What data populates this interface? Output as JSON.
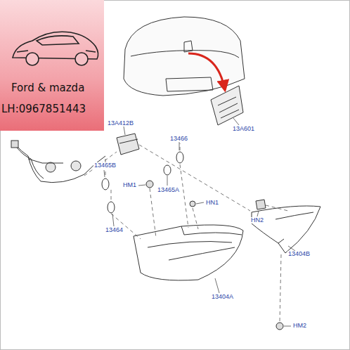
{
  "diagram": {
    "nodes": [
      {
        "text": [
          "Ford & mazda",
          "LH:0967851443"
        ]
      }
    ],
    "labels": [
      "13A412B",
      "13466",
      "13A601",
      "13465B",
      "HM1",
      "13465A",
      "HN1",
      "HN2",
      "13464",
      "13404B",
      "13404A",
      "HM2"
    ]
  }
}
